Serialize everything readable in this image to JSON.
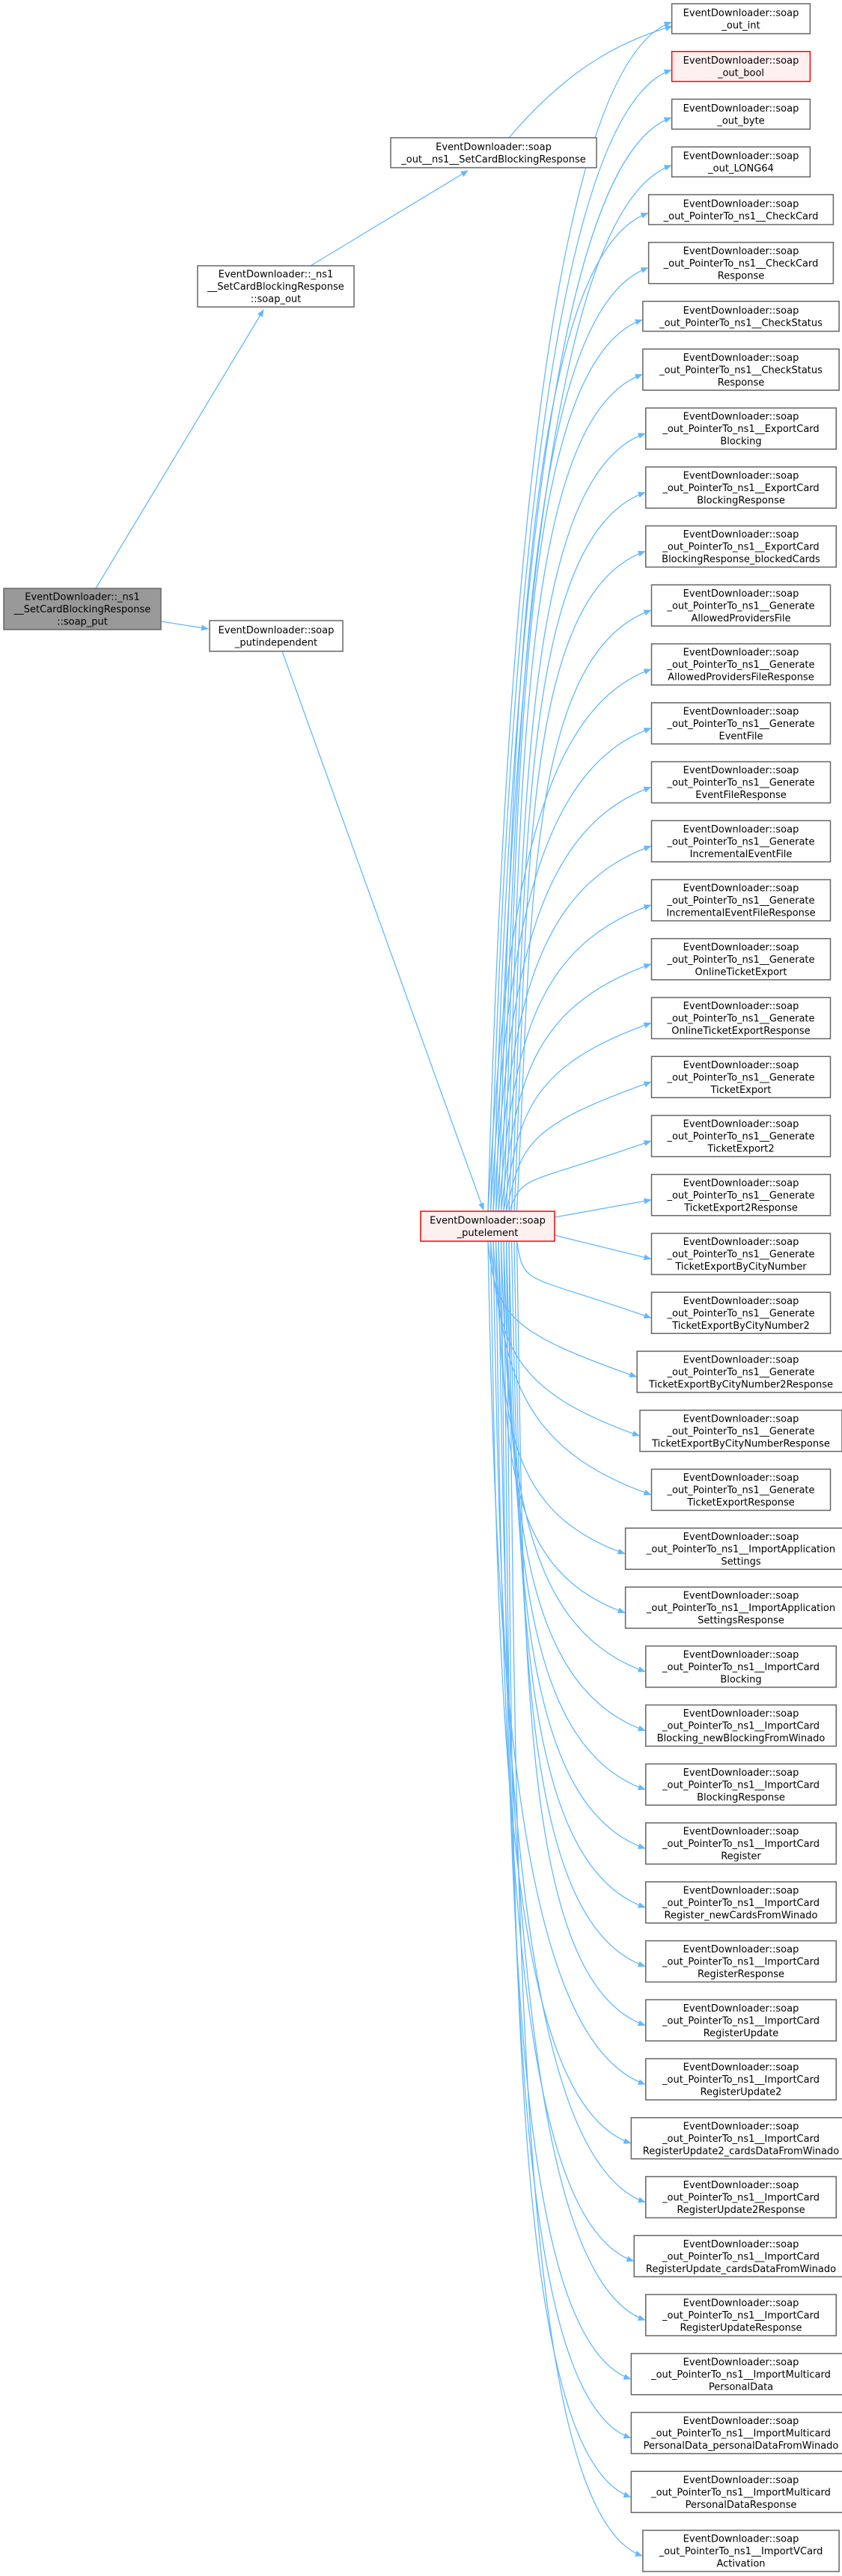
{
  "colors": {
    "edge": "#63b8ff",
    "node_border": "#666666",
    "root_fill": "#999999",
    "highlight_border": "#ff0000",
    "highlight_fill": "#fff0f0"
  },
  "left_nodes": {
    "root": {
      "lines": [
        "EventDownloader::_ns1",
        "__SetCardBlockingResponse",
        "::soap_put"
      ]
    },
    "soap_out": {
      "lines": [
        "EventDownloader::_ns1",
        "__SetCardBlockingResponse",
        "::soap_out"
      ]
    },
    "soap_out_ns1": {
      "lines": [
        "EventDownloader::soap",
        "_out__ns1__SetCardBlockingResponse"
      ]
    },
    "putindependent": {
      "lines": [
        "EventDownloader::soap",
        "_putindependent"
      ]
    },
    "putelement": {
      "lines": [
        "EventDownloader::soap",
        "_putelement"
      ]
    }
  },
  "right_nodes": [
    {
      "lines": [
        "EventDownloader::soap",
        "_out_int"
      ]
    },
    {
      "lines": [
        "EventDownloader::soap",
        "_out_bool"
      ],
      "highlight": true
    },
    {
      "lines": [
        "EventDownloader::soap",
        "_out_byte"
      ]
    },
    {
      "lines": [
        "EventDownloader::soap",
        "_out_LONG64"
      ]
    },
    {
      "lines": [
        "EventDownloader::soap",
        "_out_PointerTo_ns1__CheckCard"
      ]
    },
    {
      "lines": [
        "EventDownloader::soap",
        "_out_PointerTo_ns1__CheckCard",
        "Response"
      ]
    },
    {
      "lines": [
        "EventDownloader::soap",
        "_out_PointerTo_ns1__CheckStatus"
      ]
    },
    {
      "lines": [
        "EventDownloader::soap",
        "_out_PointerTo_ns1__CheckStatus",
        "Response"
      ]
    },
    {
      "lines": [
        "EventDownloader::soap",
        "_out_PointerTo_ns1__ExportCard",
        "Blocking"
      ]
    },
    {
      "lines": [
        "EventDownloader::soap",
        "_out_PointerTo_ns1__ExportCard",
        "BlockingResponse"
      ]
    },
    {
      "lines": [
        "EventDownloader::soap",
        "_out_PointerTo_ns1__ExportCard",
        "BlockingResponse_blockedCards"
      ]
    },
    {
      "lines": [
        "EventDownloader::soap",
        "_out_PointerTo_ns1__Generate",
        "AllowedProvidersFile"
      ]
    },
    {
      "lines": [
        "EventDownloader::soap",
        "_out_PointerTo_ns1__Generate",
        "AllowedProvidersFileResponse"
      ]
    },
    {
      "lines": [
        "EventDownloader::soap",
        "_out_PointerTo_ns1__Generate",
        "EventFile"
      ]
    },
    {
      "lines": [
        "EventDownloader::soap",
        "_out_PointerTo_ns1__Generate",
        "EventFileResponse"
      ]
    },
    {
      "lines": [
        "EventDownloader::soap",
        "_out_PointerTo_ns1__Generate",
        "IncrementalEventFile"
      ]
    },
    {
      "lines": [
        "EventDownloader::soap",
        "_out_PointerTo_ns1__Generate",
        "IncrementalEventFileResponse"
      ]
    },
    {
      "lines": [
        "EventDownloader::soap",
        "_out_PointerTo_ns1__Generate",
        "OnlineTicketExport"
      ]
    },
    {
      "lines": [
        "EventDownloader::soap",
        "_out_PointerTo_ns1__Generate",
        "OnlineTicketExportResponse"
      ]
    },
    {
      "lines": [
        "EventDownloader::soap",
        "_out_PointerTo_ns1__Generate",
        "TicketExport"
      ]
    },
    {
      "lines": [
        "EventDownloader::soap",
        "_out_PointerTo_ns1__Generate",
        "TicketExport2"
      ]
    },
    {
      "lines": [
        "EventDownloader::soap",
        "_out_PointerTo_ns1__Generate",
        "TicketExport2Response"
      ]
    },
    {
      "lines": [
        "EventDownloader::soap",
        "_out_PointerTo_ns1__Generate",
        "TicketExportByCityNumber"
      ]
    },
    {
      "lines": [
        "EventDownloader::soap",
        "_out_PointerTo_ns1__Generate",
        "TicketExportByCityNumber2"
      ]
    },
    {
      "lines": [
        "EventDownloader::soap",
        "_out_PointerTo_ns1__Generate",
        "TicketExportByCityNumber2Response"
      ]
    },
    {
      "lines": [
        "EventDownloader::soap",
        "_out_PointerTo_ns1__Generate",
        "TicketExportByCityNumberResponse"
      ]
    },
    {
      "lines": [
        "EventDownloader::soap",
        "_out_PointerTo_ns1__Generate",
        "TicketExportResponse"
      ]
    },
    {
      "lines": [
        "EventDownloader::soap",
        "_out_PointerTo_ns1__ImportApplication",
        "Settings"
      ]
    },
    {
      "lines": [
        "EventDownloader::soap",
        "_out_PointerTo_ns1__ImportApplication",
        "SettingsResponse"
      ]
    },
    {
      "lines": [
        "EventDownloader::soap",
        "_out_PointerTo_ns1__ImportCard",
        "Blocking"
      ]
    },
    {
      "lines": [
        "EventDownloader::soap",
        "_out_PointerTo_ns1__ImportCard",
        "Blocking_newBlockingFromWinado"
      ]
    },
    {
      "lines": [
        "EventDownloader::soap",
        "_out_PointerTo_ns1__ImportCard",
        "BlockingResponse"
      ]
    },
    {
      "lines": [
        "EventDownloader::soap",
        "_out_PointerTo_ns1__ImportCard",
        "Register"
      ]
    },
    {
      "lines": [
        "EventDownloader::soap",
        "_out_PointerTo_ns1__ImportCard",
        "Register_newCardsFromWinado"
      ]
    },
    {
      "lines": [
        "EventDownloader::soap",
        "_out_PointerTo_ns1__ImportCard",
        "RegisterResponse"
      ]
    },
    {
      "lines": [
        "EventDownloader::soap",
        "_out_PointerTo_ns1__ImportCard",
        "RegisterUpdate"
      ]
    },
    {
      "lines": [
        "EventDownloader::soap",
        "_out_PointerTo_ns1__ImportCard",
        "RegisterUpdate2"
      ]
    },
    {
      "lines": [
        "EventDownloader::soap",
        "_out_PointerTo_ns1__ImportCard",
        "RegisterUpdate2_cardsDataFromWinado"
      ]
    },
    {
      "lines": [
        "EventDownloader::soap",
        "_out_PointerTo_ns1__ImportCard",
        "RegisterUpdate2Response"
      ]
    },
    {
      "lines": [
        "EventDownloader::soap",
        "_out_PointerTo_ns1__ImportCard",
        "RegisterUpdate_cardsDataFromWinado"
      ]
    },
    {
      "lines": [
        "EventDownloader::soap",
        "_out_PointerTo_ns1__ImportCard",
        "RegisterUpdateResponse"
      ]
    },
    {
      "lines": [
        "EventDownloader::soap",
        "_out_PointerTo_ns1__ImportMulticard",
        "PersonalData"
      ]
    },
    {
      "lines": [
        "EventDownloader::soap",
        "_out_PointerTo_ns1__ImportMulticard",
        "PersonalData_personalDataFromWinado"
      ]
    },
    {
      "lines": [
        "EventDownloader::soap",
        "_out_PointerTo_ns1__ImportMulticard",
        "PersonalDataResponse"
      ]
    },
    {
      "lines": [
        "EventDownloader::soap",
        "_out_PointerTo_ns1__ImportVCard",
        "Activation"
      ]
    }
  ]
}
